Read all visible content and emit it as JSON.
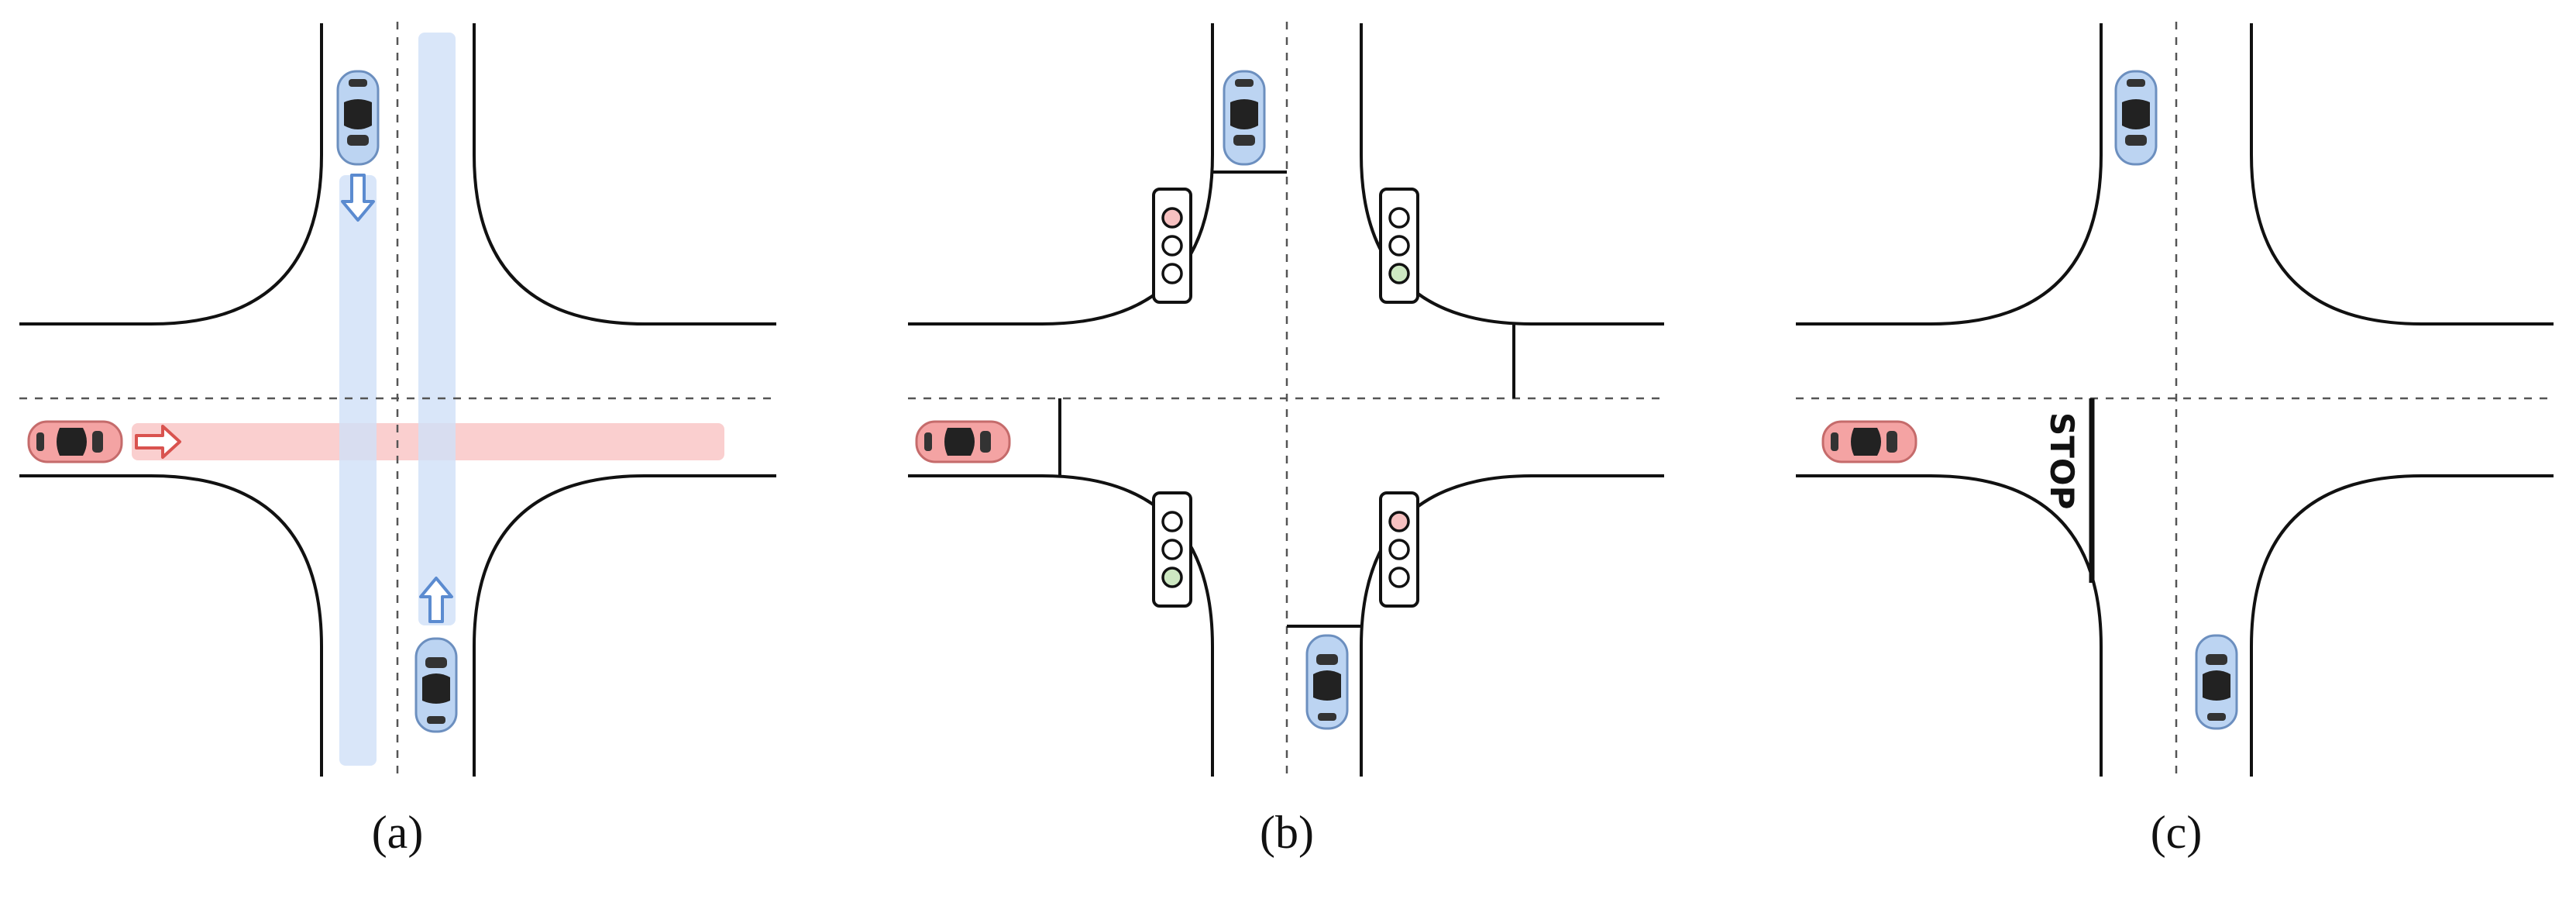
{
  "figure": {
    "panels": [
      {
        "id": "a",
        "label": "(a)"
      },
      {
        "id": "b",
        "label": "(b)"
      },
      {
        "id": "c",
        "label": "(c)"
      }
    ],
    "stop_sign_text": "STOP",
    "colors": {
      "ego_vehicle": "#f4a3a3",
      "ego_path": "#f9c7c7",
      "other_vehicle": "#bcd4f2",
      "other_path": "#cfe0f8",
      "arrow_red": "#d9534f",
      "arrow_blue": "#5b8bd0",
      "light_red": "#f6c0c0",
      "light_green": "#cde8c2",
      "light_off": "#ffffff"
    },
    "icons": [
      "car-icon",
      "arrow-right-icon",
      "arrow-down-icon",
      "arrow-up-icon",
      "traffic-light-icon"
    ]
  }
}
